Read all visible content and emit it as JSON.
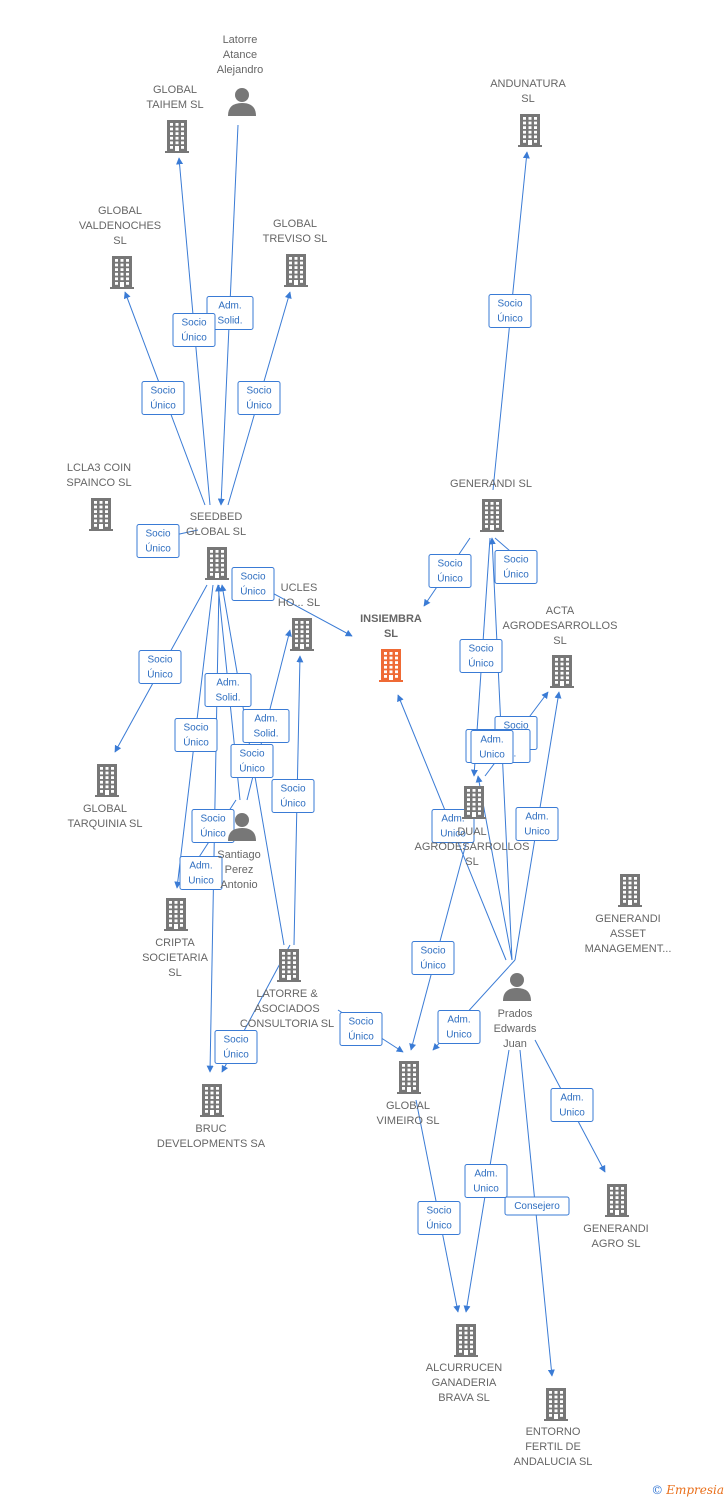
{
  "colors": {
    "edge": "#3a7bd5",
    "node": "#777777",
    "main_node": "#ef6a35",
    "label": "#666666"
  },
  "footer": {
    "copyright_symbol": "©",
    "brand": "Empresia"
  },
  "nodes": [
    {
      "id": "insiembra",
      "type": "company",
      "main": true,
      "lines": [
        "INSIEMBRA",
        "SL"
      ]
    },
    {
      "id": "latorre_atance",
      "type": "person",
      "lines": [
        "Latorre",
        "Atance",
        "Alejandro"
      ]
    },
    {
      "id": "global_taihem",
      "type": "company",
      "lines": [
        "GLOBAL",
        "TAIHEM SL"
      ]
    },
    {
      "id": "global_valdenoches",
      "type": "company",
      "lines": [
        "GLOBAL",
        "VALDENOCHES",
        "SL"
      ]
    },
    {
      "id": "global_treviso",
      "type": "company",
      "lines": [
        "GLOBAL",
        "TREVISO  SL"
      ]
    },
    {
      "id": "lcla3",
      "type": "company",
      "lines": [
        "LCLA3 COIN",
        "SPAINCO  SL"
      ]
    },
    {
      "id": "seedbed",
      "type": "company",
      "lines": [
        "SEEDBED",
        "GLOBAL  SL"
      ]
    },
    {
      "id": "ucles",
      "type": "company",
      "lines": [
        "UCLES",
        "HO...  SL"
      ]
    },
    {
      "id": "global_tarquinia",
      "type": "company",
      "lines": [
        "GLOBAL",
        "TARQUINIA  SL"
      ]
    },
    {
      "id": "santiago",
      "type": "person",
      "lines": [
        "Santiago",
        "Perez",
        "Antonio"
      ]
    },
    {
      "id": "cripta",
      "type": "company",
      "lines": [
        "CRIPTA",
        "SOCIETARIA",
        "SL"
      ]
    },
    {
      "id": "latorre_asociados",
      "type": "company",
      "lines": [
        "LATORRE &",
        "ASOCIADOS",
        "CONSULTORIA SL"
      ]
    },
    {
      "id": "bruc",
      "type": "company",
      "lines": [
        "BRUC",
        "DEVELOPMENTS SA"
      ]
    },
    {
      "id": "andunatura",
      "type": "company",
      "lines": [
        "ANDUNATURA",
        "SL"
      ]
    },
    {
      "id": "generandi",
      "type": "company",
      "lines": [
        "GENERANDI SL"
      ]
    },
    {
      "id": "acta",
      "type": "company",
      "lines": [
        "ACTA",
        "AGRODESARROLLOS",
        "SL"
      ]
    },
    {
      "id": "dual",
      "type": "company",
      "lines": [
        "DUAL",
        "AGRODESARROLLOS",
        "SL"
      ]
    },
    {
      "id": "generandi_asset",
      "type": "company",
      "lines": [
        "GENERANDI",
        "ASSET",
        "MANAGEMENT..."
      ]
    },
    {
      "id": "prados",
      "type": "person",
      "lines": [
        "Prados",
        "Edwards",
        "Juan"
      ]
    },
    {
      "id": "global_vimeiro",
      "type": "company",
      "lines": [
        "GLOBAL",
        "VIMEIRO  SL"
      ]
    },
    {
      "id": "generandi_agro",
      "type": "company",
      "lines": [
        "GENERANDI",
        "AGRO  SL"
      ]
    },
    {
      "id": "alcurrucen",
      "type": "company",
      "lines": [
        "ALCURRUCEN",
        "GANADERIA",
        "BRAVA SL"
      ]
    },
    {
      "id": "entorno",
      "type": "company",
      "lines": [
        "ENTORNO",
        "FERTIL DE",
        "ANDALUCIA SL"
      ]
    }
  ],
  "edges": [
    {
      "from": "latorre_atance",
      "to": "seedbed",
      "label": [
        "Adm.",
        "Solid."
      ]
    },
    {
      "from": "seedbed",
      "to": "global_taihem",
      "label": [
        "Socio",
        "Único"
      ]
    },
    {
      "from": "seedbed",
      "to": "global_valdenoches",
      "label": [
        "Socio",
        "Único"
      ]
    },
    {
      "from": "seedbed",
      "to": "global_treviso",
      "label": [
        "Socio",
        "Único"
      ]
    },
    {
      "from": "seedbed",
      "to": "lcla3",
      "label": [
        "Socio",
        "Único"
      ]
    },
    {
      "from": "seedbed",
      "to": "insiembra",
      "label": [
        "Socio",
        "Único"
      ]
    },
    {
      "from": "seedbed",
      "to": "global_tarquinia",
      "label": [
        "Socio",
        "Único"
      ]
    },
    {
      "from": "seedbed",
      "to": "cripta",
      "label": [
        "Socio",
        "Único"
      ]
    },
    {
      "from": "seedbed",
      "to": "bruc",
      "label": [
        "Socio",
        "Único"
      ]
    },
    {
      "from": "santiago",
      "to": "seedbed",
      "label": [
        "Adm.",
        "Solid."
      ]
    },
    {
      "from": "latorre_asociados",
      "to": "seedbed",
      "label": [
        "Socio",
        "Único"
      ]
    },
    {
      "from": "latorre_asociados",
      "to": "ucles",
      "label": [
        "Socio",
        "Único"
      ]
    },
    {
      "from": "santiago",
      "to": "ucles",
      "label": [
        "Adm.",
        "Solid."
      ]
    },
    {
      "from": "santiago",
      "to": "cripta",
      "label": [
        "Adm.",
        "Unico"
      ]
    },
    {
      "from": "latorre_asociados",
      "to": "bruc",
      "label": [
        "Socio",
        "Único"
      ]
    },
    {
      "from": "latorre_asociados",
      "to": "global_vimeiro",
      "label": [
        "Socio",
        "Único"
      ]
    },
    {
      "from": "generandi",
      "to": "andunatura",
      "label": [
        "Socio",
        "Único"
      ]
    },
    {
      "from": "generandi",
      "to": "insiembra",
      "label": [
        "Socio",
        "Único"
      ]
    },
    {
      "from": "generandi",
      "to": "acta",
      "label": [
        "Socio",
        "Único"
      ]
    },
    {
      "from": "generandi",
      "to": "dual",
      "label": [
        "Socio",
        "Único"
      ]
    },
    {
      "from": "dual",
      "to": "acta",
      "label": [
        "Socio",
        "Único"
      ]
    },
    {
      "from": "prados",
      "to": "dual",
      "label": [
        "Adm.",
        "Unico,..."
      ]
    },
    {
      "from": "prados",
      "to": "insiembra",
      "label": [
        "Adm.",
        "Unico"
      ]
    },
    {
      "from": "prados",
      "to": "acta",
      "label": [
        "Adm.",
        "Unico"
      ]
    },
    {
      "from": "prados",
      "to": "generandi",
      "label": [
        "Adm.",
        "Unico"
      ]
    },
    {
      "from": "prados",
      "to": "global_vimeiro",
      "label": [
        "Adm.",
        "Unico"
      ]
    },
    {
      "from": "dual",
      "to": "global_vimeiro",
      "label": [
        "Socio",
        "Único"
      ]
    },
    {
      "from": "prados",
      "to": "generandi_agro",
      "label": [
        "Adm.",
        "Unico"
      ]
    },
    {
      "from": "prados",
      "to": "alcurrucen",
      "label": [
        "Adm.",
        "Unico"
      ]
    },
    {
      "from": "global_vimeiro",
      "to": "alcurrucen",
      "label": [
        "Socio",
        "Único"
      ]
    },
    {
      "from": "prados",
      "to": "entorno",
      "label": [
        "Consejero"
      ]
    }
  ]
}
